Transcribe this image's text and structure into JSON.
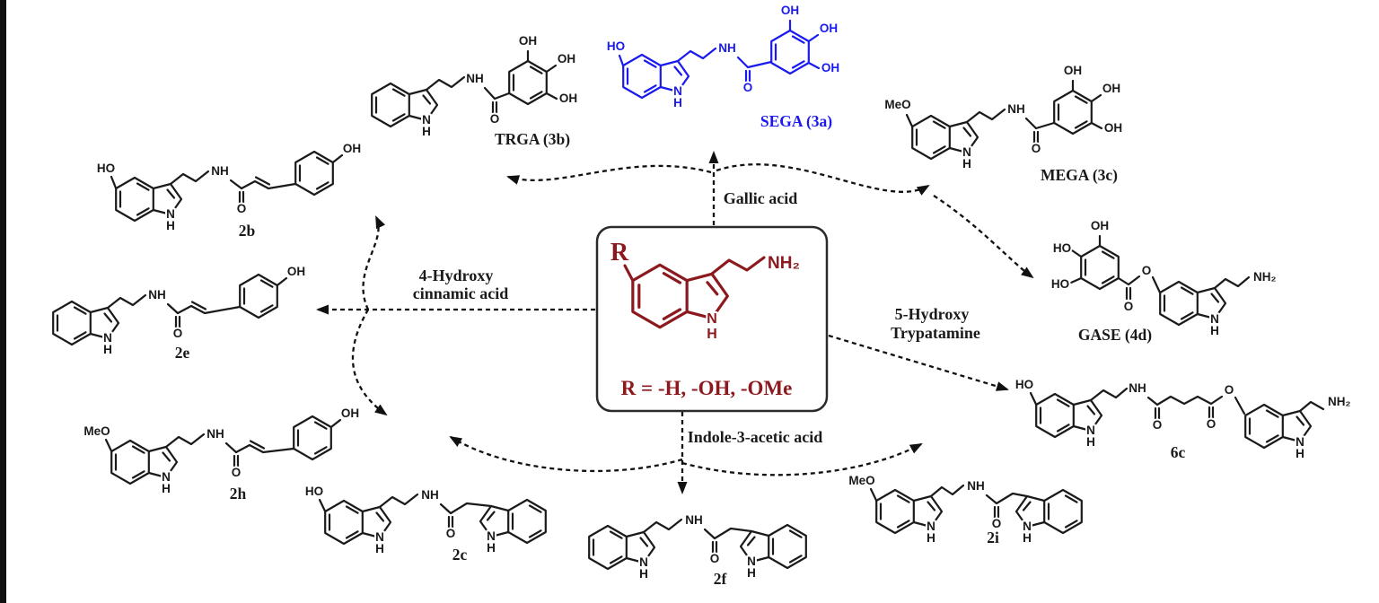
{
  "figure_type": "reaction-scheme",
  "colors": {
    "core_red": "#8C191E",
    "sega_blue": "#1A1AEE",
    "structure_black": "#1A1A1A",
    "arrow_black": "#111111"
  },
  "center": {
    "r_definition": "R = -H, -OH, -OMe"
  },
  "glyphs": {
    "r": "R",
    "ho": "HO",
    "oh": "OH",
    "meo": "MeO",
    "nh": "NH",
    "nh2": "NH₂",
    "n": "N",
    "h": "H",
    "o": "O"
  },
  "reagents": {
    "gallic_acid": "Gallic acid",
    "hydroxycinnamic_line1": "4-Hydroxy",
    "hydroxycinnamic_line2": "cinnamic acid",
    "hydroxytryptamine_line1": "5-Hydroxy",
    "hydroxytryptamine_line2": "Trypatamine",
    "indole_acetic": "Indole-3-acetic acid"
  },
  "compounds": {
    "sega": "SEGA (3a)",
    "trga": "TRGA (3b)",
    "mega": "MEGA (3c)",
    "gase": "GASE (4d)",
    "c2b": "2b",
    "c2e": "2e",
    "c2h": "2h",
    "c2c": "2c",
    "c2f": "2f",
    "c2i": "2i",
    "c6c": "6c"
  }
}
